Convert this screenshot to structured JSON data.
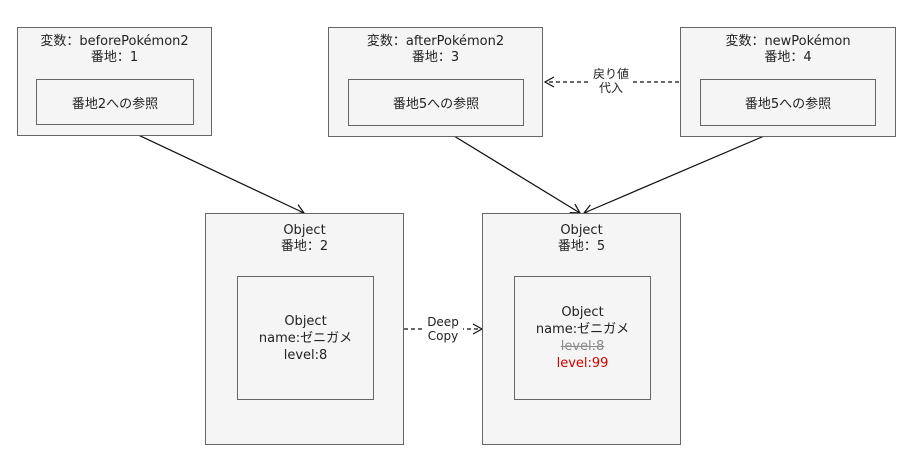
{
  "variables": [
    {
      "title": "変数：beforePokémon2",
      "address": "番地：1",
      "ref": "番地2への参照"
    },
    {
      "title": "変数：afterPokémon2",
      "address": "番地：3",
      "ref": "番地5への参照"
    },
    {
      "title": "変数：newPokémon",
      "address": "番地：4",
      "ref": "番地5への参照"
    }
  ],
  "objects": [
    {
      "title": "Object",
      "address": "番地：2",
      "inner": {
        "type": "Object",
        "name": "name:ゼニガメ",
        "level": "level:8"
      }
    },
    {
      "title": "Object",
      "address": "番地：5",
      "inner": {
        "type": "Object",
        "name": "name:ゼニガメ",
        "level_old": "level:8",
        "level_new": "level:99"
      }
    }
  ],
  "edges": {
    "return_label_1": "戻り値",
    "return_label_2": "代入",
    "copy_label_1": "Deep",
    "copy_label_2": "Copy"
  },
  "colors": {
    "fill": "#f5f5f5",
    "stroke": "#666666",
    "changed": "#d20000",
    "struck": "#8a8a8a"
  }
}
